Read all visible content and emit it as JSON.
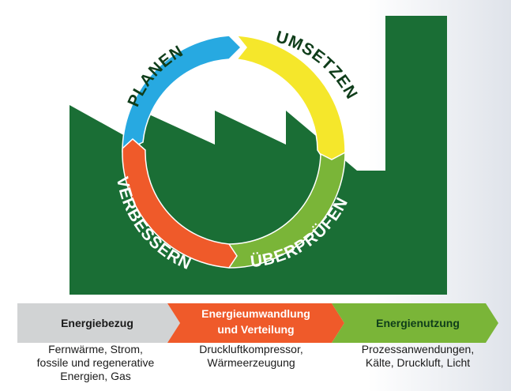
{
  "cycle": {
    "planen": "PLANEN",
    "umsetzen": "UMSETZEN",
    "ueberpruefen": "ÜBERPRÜFEN",
    "verbessern": "VERBESSERN"
  },
  "flow": {
    "step1": {
      "label": "Energiebezug"
    },
    "step2": {
      "label_line1": "Energieumwandlung",
      "label_line2": "und Verteilung"
    },
    "step3": {
      "label": "Energienutzung"
    }
  },
  "descriptions": {
    "step1": {
      "line1": "Fernwärme, Strom,",
      "line2": "fossile und regenerative",
      "line3": "Energien, Gas"
    },
    "step2": {
      "line1": "Druckluftkompressor,",
      "line2": "Wärmeerzeugung"
    },
    "step3": {
      "line1": "Prozessanwendungen,",
      "line2": "Kälte, Druckluft, Licht"
    }
  },
  "colors": {
    "factory_green": "#1a6e35",
    "planen_blue": "#27a9e1",
    "umsetzen_yellow": "#f5e72b",
    "ueberpruefen_green": "#7ab538",
    "verbessern_orange": "#ef5a2a",
    "bar_gray": "#d1d3d4",
    "bar_orange": "#ef5a2a",
    "bar_green": "#7ab538"
  }
}
